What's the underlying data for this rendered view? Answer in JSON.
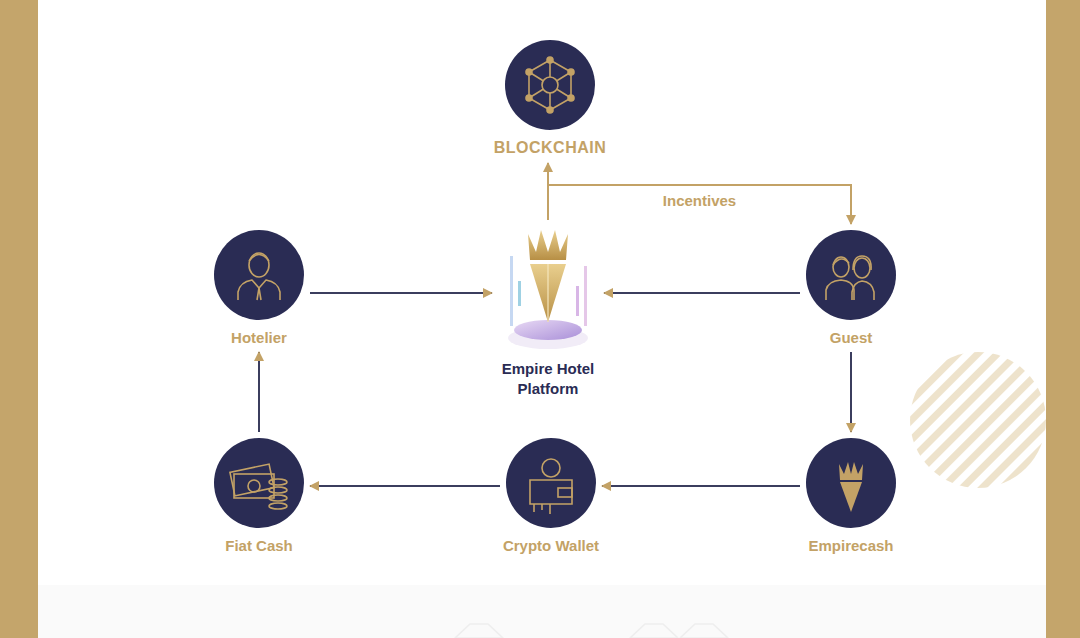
{
  "diagram": {
    "nodes": [
      {
        "text": [
          "BLOCKCHAIN"
        ]
      },
      {
        "text": [
          "Hotelier"
        ]
      },
      {
        "text": [
          "Empire Hotel Platform"
        ]
      },
      {
        "text": [
          "Guest"
        ]
      },
      {
        "text": [
          "Fiat Cash"
        ]
      },
      {
        "text": [
          "Crypto Wallet"
        ]
      },
      {
        "text": [
          "Empirecash"
        ]
      }
    ],
    "edges": [
      {
        "from": 2,
        "to": 0,
        "arrow": "to"
      },
      {
        "from": 2,
        "to": 3,
        "label": "Incentives",
        "arrow": "to"
      },
      {
        "from": 1,
        "to": 2,
        "arrow": "to"
      },
      {
        "from": 3,
        "to": 2,
        "arrow": "to"
      },
      {
        "from": 3,
        "to": 6,
        "arrow": "to"
      },
      {
        "from": 6,
        "to": 5,
        "arrow": "to"
      },
      {
        "from": 5,
        "to": 4,
        "arrow": "to"
      },
      {
        "from": 4,
        "to": 1,
        "arrow": "to"
      }
    ]
  }
}
